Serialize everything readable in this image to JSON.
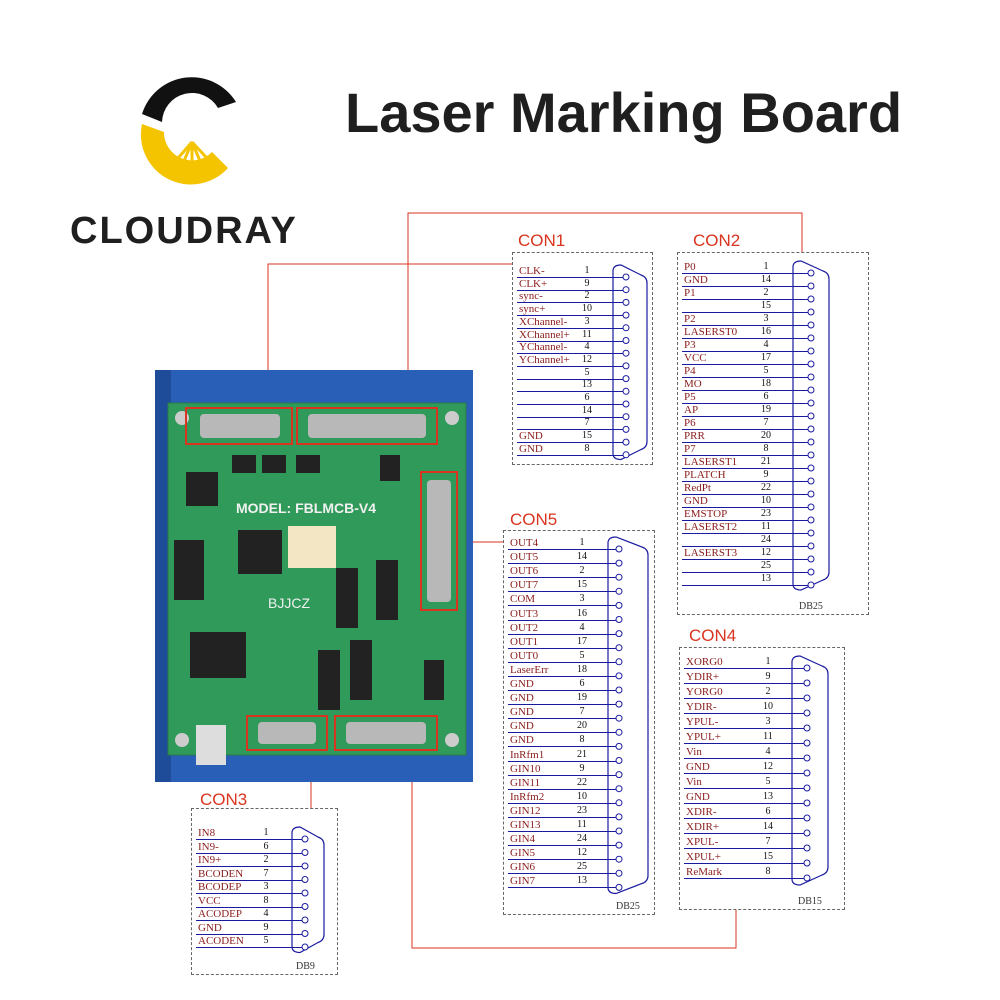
{
  "header": {
    "title": "Laser Marking Board",
    "brand": "CLOUDRAY"
  },
  "board": {
    "model": "MODEL: FBLMCB-V4",
    "maker": "BJJCZ"
  },
  "colors": {
    "accent": "#d9341f",
    "pinline": "#1a1aa0",
    "board": "#2f9a5a",
    "case": "#2a5fb8",
    "logo_yellow": "#f5c400"
  },
  "connectors": {
    "con1": {
      "label": "CON1",
      "db": "",
      "rows": [
        {
          "n": "CLK-",
          "p": "1"
        },
        {
          "n": "CLK+",
          "p": "9"
        },
        {
          "n": "sync-",
          "p": "2"
        },
        {
          "n": "sync+",
          "p": "10"
        },
        {
          "n": "XChannel-",
          "p": "3"
        },
        {
          "n": "XChannel+",
          "p": "11"
        },
        {
          "n": "YChannel-",
          "p": "4"
        },
        {
          "n": "YChannel+",
          "p": "12"
        },
        {
          "n": "",
          "p": "5"
        },
        {
          "n": "",
          "p": "13"
        },
        {
          "n": "",
          "p": "6"
        },
        {
          "n": "",
          "p": "14"
        },
        {
          "n": "",
          "p": "7"
        },
        {
          "n": "GND",
          "p": "15"
        },
        {
          "n": "GND",
          "p": "8"
        }
      ]
    },
    "con2": {
      "label": "CON2",
      "db": "DB25",
      "rows": [
        {
          "n": "P0",
          "p": "1"
        },
        {
          "n": "GND",
          "p": "14"
        },
        {
          "n": "P1",
          "p": "2"
        },
        {
          "n": "",
          "p": "15"
        },
        {
          "n": "P2",
          "p": "3"
        },
        {
          "n": "LASERST0",
          "p": "16"
        },
        {
          "n": "P3",
          "p": "4"
        },
        {
          "n": "VCC",
          "p": "17"
        },
        {
          "n": "P4",
          "p": "5"
        },
        {
          "n": "MO",
          "p": "18"
        },
        {
          "n": "P5",
          "p": "6"
        },
        {
          "n": "AP",
          "p": "19"
        },
        {
          "n": "P6",
          "p": "7"
        },
        {
          "n": "PRR",
          "p": "20"
        },
        {
          "n": "P7",
          "p": "8"
        },
        {
          "n": "LASERST1",
          "p": "21"
        },
        {
          "n": "PLATCH",
          "p": "9"
        },
        {
          "n": "RedPt",
          "p": "22"
        },
        {
          "n": "GND",
          "p": "10"
        },
        {
          "n": "EMSTOP",
          "p": "23"
        },
        {
          "n": "LASERST2",
          "p": "11"
        },
        {
          "n": "",
          "p": "24"
        },
        {
          "n": "LASERST3",
          "p": "12"
        },
        {
          "n": "",
          "p": "25"
        },
        {
          "n": "",
          "p": "13"
        }
      ]
    },
    "con5": {
      "label": "CON5",
      "db": "DB25",
      "rows": [
        {
          "n": "OUT4",
          "p": "1"
        },
        {
          "n": "OUT5",
          "p": "14"
        },
        {
          "n": "OUT6",
          "p": "2"
        },
        {
          "n": "OUT7",
          "p": "15"
        },
        {
          "n": "COM",
          "p": "3"
        },
        {
          "n": "OUT3",
          "p": "16"
        },
        {
          "n": "OUT2",
          "p": "4"
        },
        {
          "n": "OUT1",
          "p": "17"
        },
        {
          "n": "OUT0",
          "p": "5"
        },
        {
          "n": "LaserErr",
          "p": "18"
        },
        {
          "n": "GND",
          "p": "6"
        },
        {
          "n": "GND",
          "p": "19"
        },
        {
          "n": "GND",
          "p": "7"
        },
        {
          "n": "GND",
          "p": "20"
        },
        {
          "n": "GND",
          "p": "8"
        },
        {
          "n": "InRfm1",
          "p": "21"
        },
        {
          "n": "GIN10",
          "p": "9"
        },
        {
          "n": "GIN11",
          "p": "22"
        },
        {
          "n": "InRfm2",
          "p": "10"
        },
        {
          "n": "GIN12",
          "p": "23"
        },
        {
          "n": "GIN13",
          "p": "11"
        },
        {
          "n": "GIN4",
          "p": "24"
        },
        {
          "n": "GIN5",
          "p": "12"
        },
        {
          "n": "GIN6",
          "p": "25"
        },
        {
          "n": "GIN7",
          "p": "13"
        }
      ]
    },
    "con4": {
      "label": "CON4",
      "db": "DB15",
      "rows": [
        {
          "n": "XORG0",
          "p": "1"
        },
        {
          "n": "YDIR+",
          "p": "9"
        },
        {
          "n": "YORG0",
          "p": "2"
        },
        {
          "n": "YDIR-",
          "p": "10"
        },
        {
          "n": "YPUL-",
          "p": "3"
        },
        {
          "n": "YPUL+",
          "p": "11"
        },
        {
          "n": "Vin",
          "p": "4"
        },
        {
          "n": "GND",
          "p": "12"
        },
        {
          "n": "Vin",
          "p": "5"
        },
        {
          "n": "GND",
          "p": "13"
        },
        {
          "n": "XDIR-",
          "p": "6"
        },
        {
          "n": "XDIR+",
          "p": "14"
        },
        {
          "n": "XPUL-",
          "p": "7"
        },
        {
          "n": "XPUL+",
          "p": "15"
        },
        {
          "n": "ReMark",
          "p": "8"
        }
      ]
    },
    "con3": {
      "label": "CON3",
      "db": "DB9",
      "rows": [
        {
          "n": "IN8",
          "p": "1"
        },
        {
          "n": "IN9-",
          "p": "6"
        },
        {
          "n": "IN9+",
          "p": "2"
        },
        {
          "n": "BCODEN",
          "p": "7"
        },
        {
          "n": "BCODEP",
          "p": "3"
        },
        {
          "n": "VCC",
          "p": "8"
        },
        {
          "n": "ACODEP",
          "p": "4"
        },
        {
          "n": "GND",
          "p": "9"
        },
        {
          "n": "ACODEN",
          "p": "5"
        }
      ]
    }
  }
}
